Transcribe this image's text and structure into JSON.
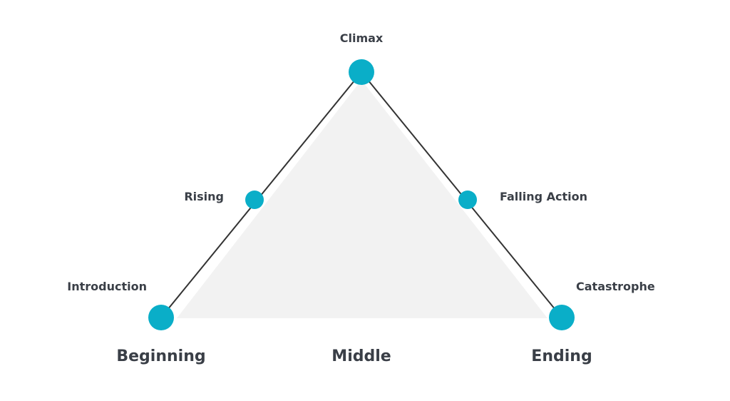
{
  "diagram": {
    "colors": {
      "node": "#0aaec8",
      "line": "#333333",
      "fill": "#f2f2f2",
      "text": "#3a3f47"
    },
    "nodes": {
      "climax": "Climax",
      "rising": "Rising",
      "falling_action": "Falling Action",
      "introduction": "Introduction",
      "catastrophe": "Catastrophe"
    },
    "sections": {
      "beginning": "Beginning",
      "middle": "Middle",
      "ending": "Ending"
    }
  }
}
